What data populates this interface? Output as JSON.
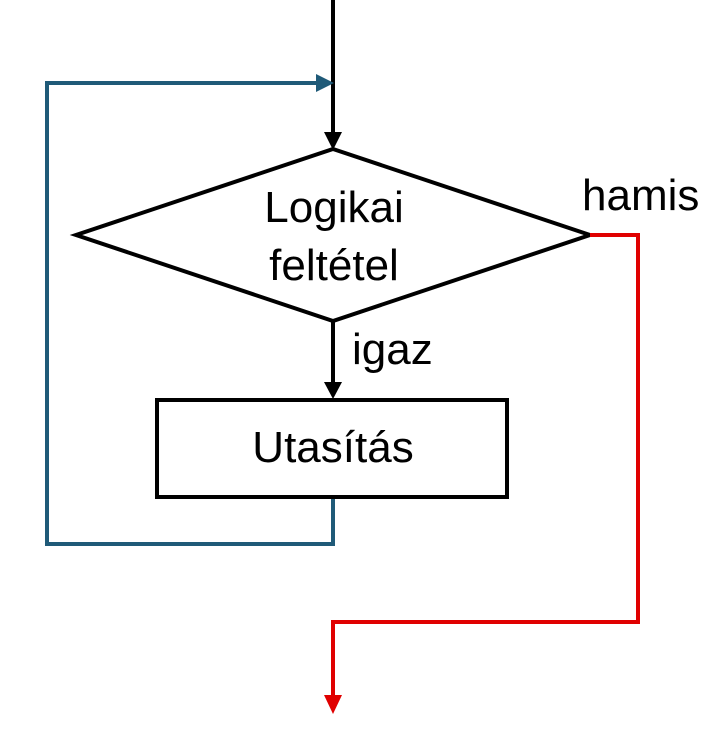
{
  "flowchart": {
    "decision": {
      "line1": "Logikai",
      "line2": "feltétel"
    },
    "process": {
      "label": "Utasítás"
    },
    "edges": {
      "true_label": "igaz",
      "false_label": "hamis"
    }
  },
  "colors": {
    "main_flow": "#000000",
    "loop_back": "#1f5a78",
    "exit_flow": "#e00000"
  }
}
